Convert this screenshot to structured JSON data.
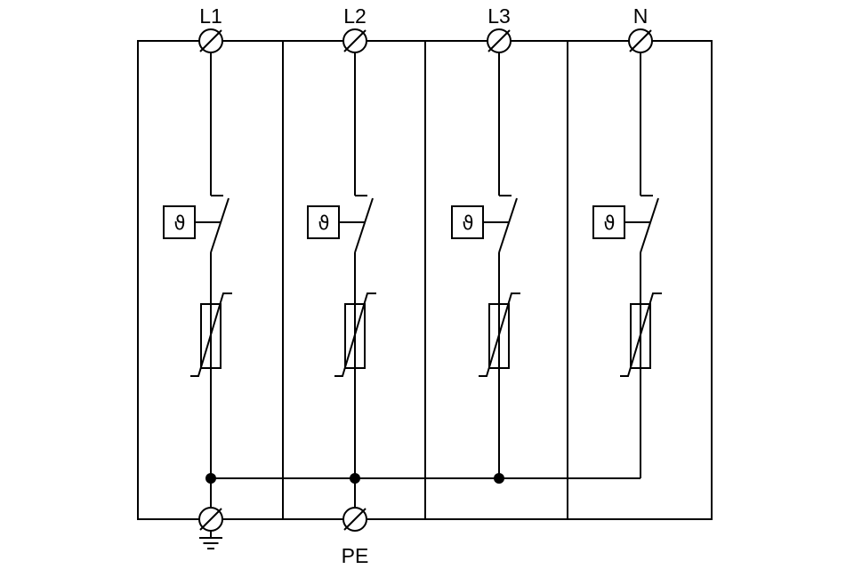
{
  "diagram": {
    "background_color": "#ffffff",
    "line_color": "#000000",
    "phases": [
      {
        "label": "L1"
      },
      {
        "label": "L2"
      },
      {
        "label": "L3"
      },
      {
        "label": "N"
      }
    ],
    "thermal_symbol": "ϑ",
    "pe_label": "PE",
    "symbols": {
      "terminal": "circle-with-diagonal-slash",
      "thermal_disconnect": "box-with-theta-and-switch-arm",
      "varistor": "rectangle-with-hooked-diagonal",
      "earth": "three-bar-ground"
    }
  }
}
